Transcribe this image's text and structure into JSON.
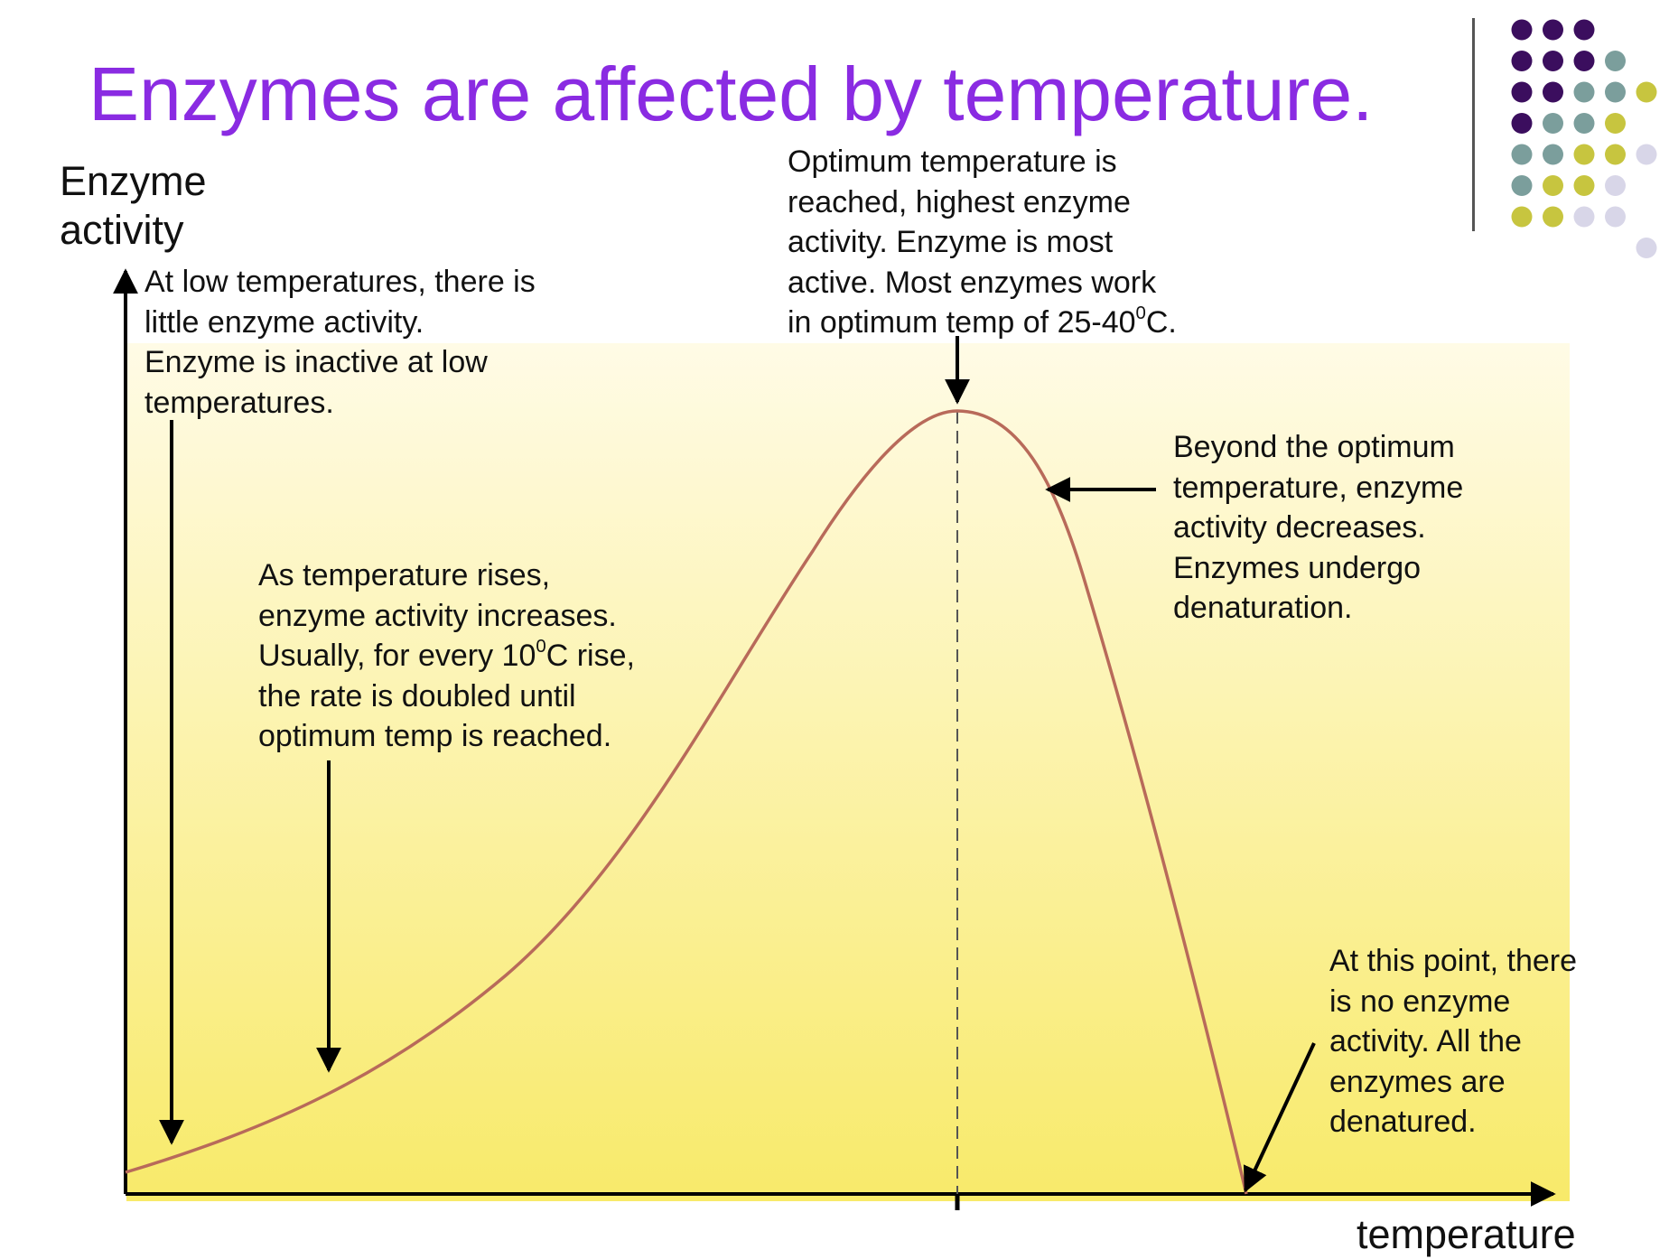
{
  "slide": {
    "title": "Enzymes are affected by temperature."
  },
  "axes": {
    "y_label_lines": [
      "Enzyme",
      "activity"
    ],
    "x_label": "temperature"
  },
  "callouts": {
    "low_temp": {
      "lines": [
        "At low temperatures, there is",
        "little enzyme activity.",
        "Enzyme is inactive at low",
        "temperatures."
      ]
    },
    "rising": {
      "lines": [
        [
          {
            "t": "As temperature rises,"
          }
        ],
        [
          {
            "t": "enzyme activity increases."
          }
        ],
        [
          {
            "t": "Usually, for every 10"
          },
          {
            "sup": "0"
          },
          {
            "t": "C rise,"
          }
        ],
        [
          {
            "t": "the rate is doubled until"
          }
        ],
        [
          {
            "t": "optimum temp is reached."
          }
        ]
      ]
    },
    "optimum": {
      "lines": [
        [
          {
            "t": "Optimum temperature is"
          }
        ],
        [
          {
            "t": "reached, highest enzyme"
          }
        ],
        [
          {
            "t": "activity. Enzyme is most"
          }
        ],
        [
          {
            "t": "active. Most enzymes work"
          }
        ],
        [
          {
            "t": "in optimum temp of 25-40"
          },
          {
            "sup": "0"
          },
          {
            "t": "C."
          }
        ]
      ]
    },
    "beyond": {
      "lines": [
        "Beyond the optimum",
        "temperature, enzyme",
        "activity decreases.",
        "Enzymes undergo",
        "denaturation."
      ]
    },
    "denatured": {
      "lines": [
        "At this point, there",
        "is no enzyme",
        "activity. All the",
        "enzymes are",
        "denatured."
      ]
    }
  },
  "colors": {
    "title": "#8a2be2",
    "curve": "#b86a5a",
    "background_gradient_top": "#fffbe6",
    "background_gradient_bottom": "#f8ea6a",
    "dot_purple": "#3b0e5e",
    "dot_teal": "#7b9e9c",
    "dot_olive": "#c7c53f",
    "dot_lavender": "#d8d6e8"
  },
  "decoration": {
    "dot_grid_rows": [
      [
        "purple",
        "purple",
        "purple"
      ],
      [
        "purple",
        "purple",
        "purple",
        "teal"
      ],
      [
        "purple",
        "purple",
        "teal",
        "teal",
        "olive"
      ],
      [
        "purple",
        "teal",
        "teal",
        "olive"
      ],
      [
        "teal",
        "teal",
        "olive",
        "olive",
        "lavender"
      ],
      [
        "teal",
        "olive",
        "olive",
        "lavender"
      ],
      [
        "olive",
        "olive",
        "lavender",
        "lavender"
      ],
      [
        "lavender"
      ]
    ]
  }
}
